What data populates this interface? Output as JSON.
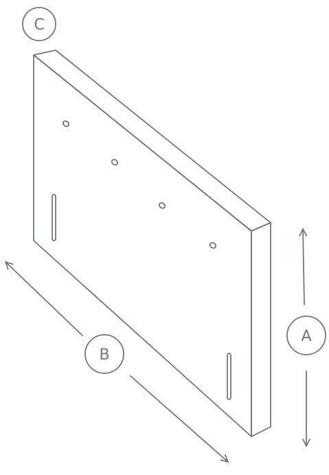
{
  "diagram": {
    "labels": {
      "height": "A",
      "width": "B",
      "thickness": "C"
    },
    "line_color": "#6f7a78",
    "background": "#ffffff"
  }
}
